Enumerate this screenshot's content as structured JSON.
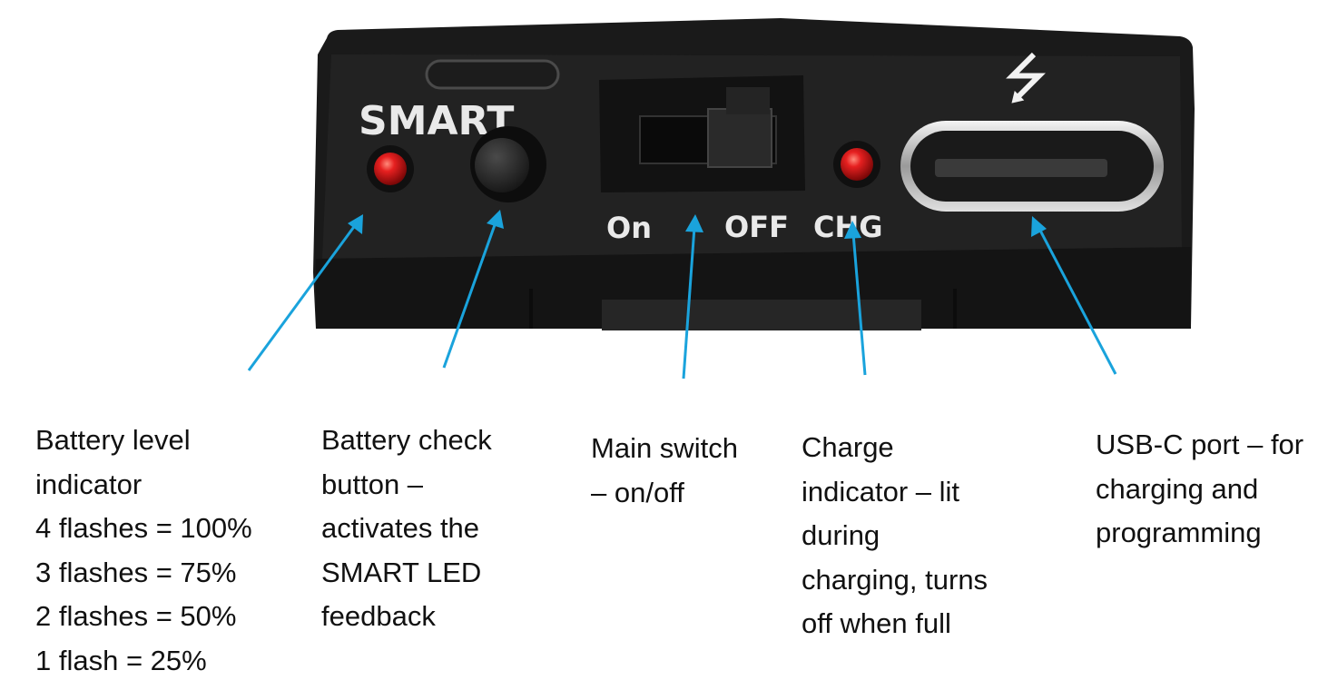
{
  "device": {
    "smart_label": "SMART",
    "on_label": "On",
    "off_label": "OFF",
    "chg_label": "CHG",
    "usb_symbol": "⭍",
    "usb_symbol_name": "usb-icon"
  },
  "colors": {
    "arrow": "#1aa3dc",
    "led": "#e01818",
    "body": "#1b1b1b"
  },
  "callouts": {
    "battery_level": {
      "lines": [
        "Battery level",
        "indicator",
        "4 flashes = 100%",
        "3 flashes = 75%",
        "2 flashes = 50%",
        "1 flash = 25%"
      ]
    },
    "battery_check": {
      "lines": [
        "Battery check",
        "button –",
        "activates the",
        "SMART LED",
        "feedback"
      ]
    },
    "main_switch": {
      "lines": [
        "Main switch",
        "– on/off"
      ]
    },
    "charge_indicator": {
      "lines": [
        "Charge",
        "indicator – lit",
        "during",
        "charging, turns",
        "off when full"
      ]
    },
    "usb_port": {
      "lines": [
        "USB-C port – for",
        "charging and",
        "programming"
      ]
    }
  }
}
